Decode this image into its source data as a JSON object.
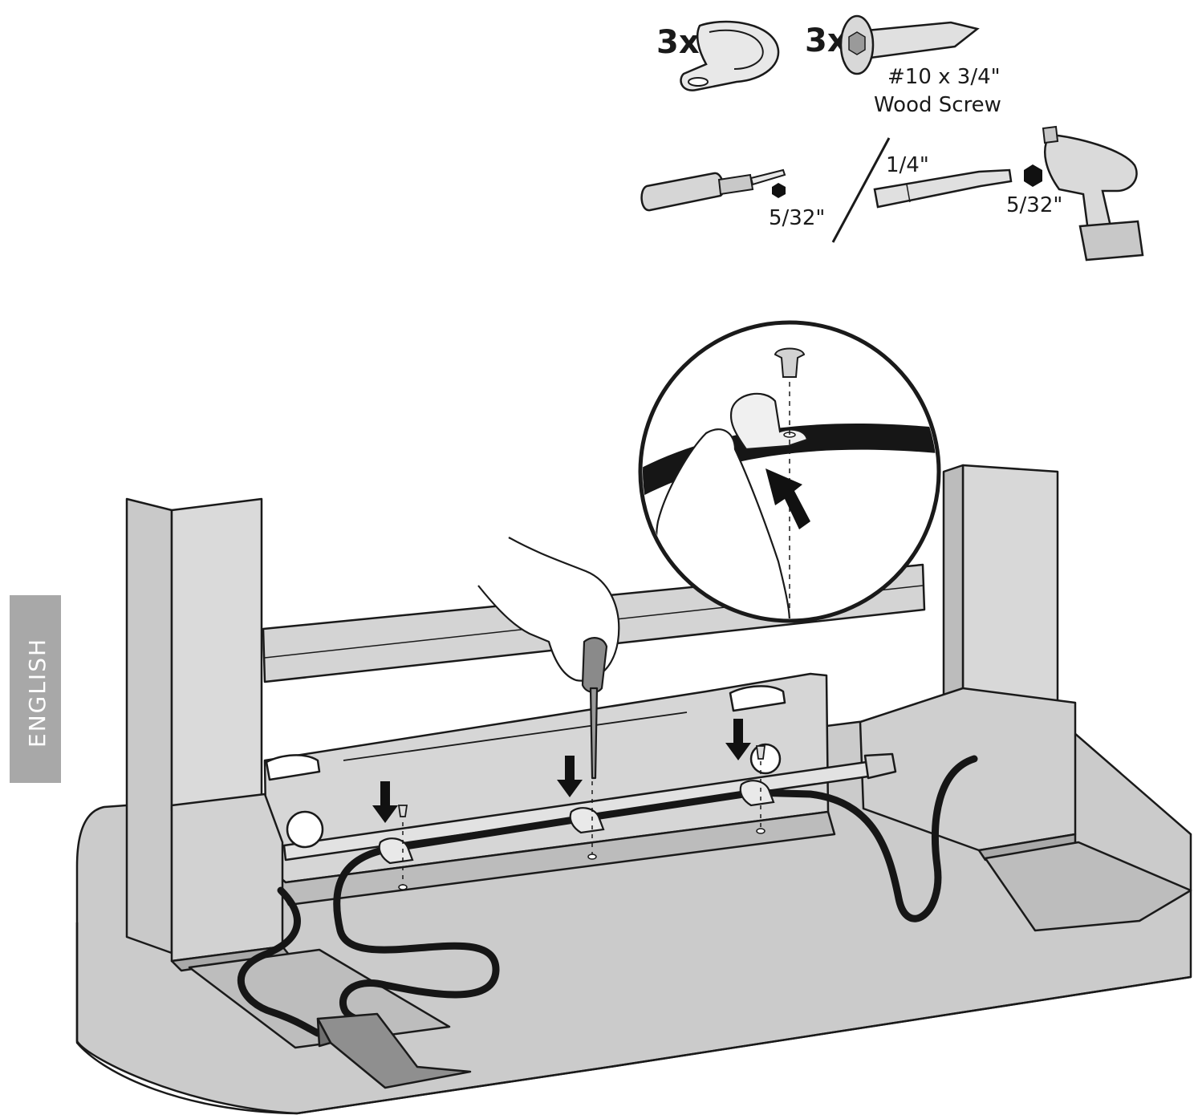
{
  "parts": {
    "clip_qty": "3x",
    "screw_qty": "3x",
    "screw_size": "#10 x 3/4\"",
    "screw_name": "Wood Screw"
  },
  "tools": {
    "screwdriver_size": "5/32\"",
    "bit_shank": "1/4\"",
    "drill_size": "5/32\""
  },
  "side_tab": {
    "label": "ENGLISH",
    "color": "#a8a8a8"
  },
  "colors": {
    "panel": "#cccccc",
    "panel_light": "#dcdcdc",
    "panel_dark": "#a9a9a9",
    "line": "#1a1a1a",
    "cable": "#161616"
  }
}
